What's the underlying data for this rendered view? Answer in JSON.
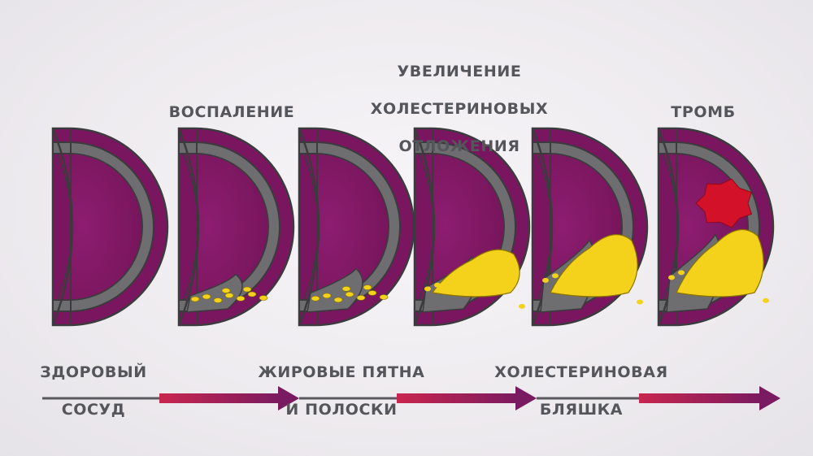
{
  "top_labels": {
    "inflammation": "ВОСПАЛЕНИЕ",
    "deposits": [
      "УВЕЛИЧЕНИЕ",
      "ХОЛЕСТЕРИНОВЫХ",
      "ОТЛОЖЕНИЯ"
    ],
    "thrombus": "ТРОМБ"
  },
  "bottom_labels": {
    "healthy": [
      "ЗДОРОВЫЙ",
      "СОСУД"
    ],
    "fatty_streaks": [
      "ЖИРОВЫЕ ПЯТНА",
      "И ПОЛОСКИ"
    ],
    "plaque": [
      "ХОЛЕСТЕРИНОВАЯ",
      "БЛЯШКА"
    ]
  },
  "colors": {
    "vessel_wall": "#7a1560",
    "vessel_wall_dark": "#5e0e49",
    "lumen": "#8a1a6c",
    "membrane": "#6e6e70",
    "membrane_edge": "#3b3b3d",
    "cholesterol": "#f4d21c",
    "thrombus": "#d3122a",
    "arrow_start": "#c2244c",
    "arrow_end": "#7a1a60",
    "line_gray": "#5a5a5e"
  },
  "stages": [
    {
      "name": "healthy",
      "deposit": 0
    },
    {
      "name": "inflammation",
      "deposit": 0.15
    },
    {
      "name": "fatty_streaks",
      "deposit": 0.25
    },
    {
      "name": "deposits",
      "deposit": 0.45
    },
    {
      "name": "plaque",
      "deposit": 0.75
    },
    {
      "name": "thrombus",
      "deposit": 0.85
    }
  ]
}
